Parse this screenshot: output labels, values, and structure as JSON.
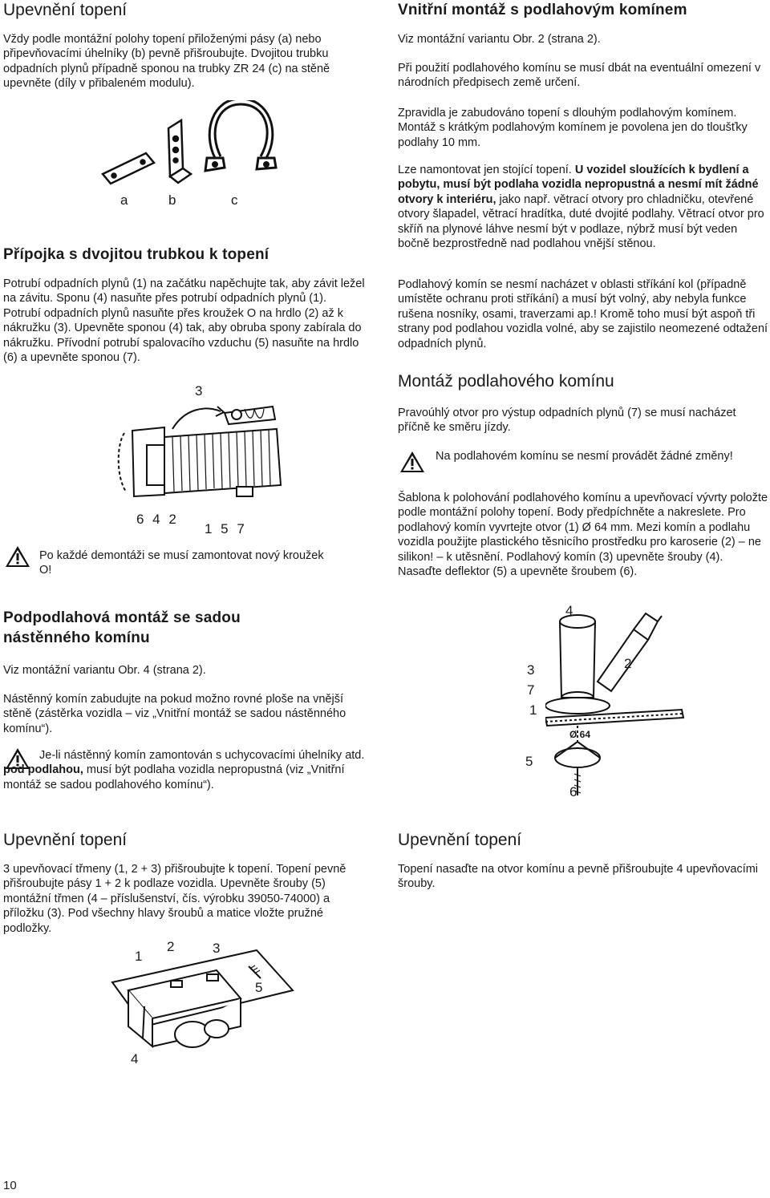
{
  "left": {
    "s1": {
      "title": "Upevnění topení",
      "text": "Vždy podle montážní polohy topení přiloženými pásy (a) nebo připevňovacími úhelníky (b) pevně přišroubujte. Dvojitou trubku odpadních plynů případně sponou na trubky ZR 24 (c) na stěně upevněte (díly v přibaleném modulu).",
      "labels": [
        "a",
        "b",
        "c"
      ]
    },
    "s2": {
      "title": "Přípojka s dvojitou trubkou k topení",
      "text": "Potrubí odpadních plynů (1) na začátku napěchujte tak, aby závit ležel na závitu. Sponu (4) nasuňte přes potrubí odpadních plynů (1). Potrubí odpadních plynů nasuňte přes kroužek O na hrdlo (2) až k nákružku (3). Upevněte sponou (4) tak, aby obruba spony zabírala do nákružku. Přívodní potrubí spalovacího vzduchu (5) nasuňte na hrdlo (6) a upevněte sponou (7).",
      "fig_labels": {
        "top": "3",
        "bottom_left": "6 4 2",
        "bottom_right": "1 5 7"
      },
      "warning": "Po každé demontáži se musí zamontovat nový kroužek O!"
    },
    "s3": {
      "title": "Podpodlahová montáž se sadou nástěnného komínu",
      "p1": "Viz montážní variantu Obr. 4 (strana 2).",
      "p2": "Nástěnný komín zabudujte na pokud možno rovné ploše na vnější stěně (zástěrka vozidla – viz „Vnitřní montáž se sadou nástěnného komínu“).",
      "warning_a": "Je-li nástěnný komín zamontován s uchycovacími úhelníky atd. ",
      "warning_b": "pod podlahou,",
      "warning_c": " musí být podlaha vozidla nepropustná (viz „Vnitřní montáž se sadou podlahového komínu“)."
    },
    "s4": {
      "title": "Upevnění topení",
      "text": "3 upevňovací třmeny (1, 2 + 3) přišroubujte k topení. Topení pevně přišroubujte pásy 1 + 2 k podlaze vozidla. Upevněte šrouby (5) montážní třmen (4 – příslušenství, čís. výrobku 39050-74000) a příložku (3). Pod všechny hlavy šroubů a matice vložte pružné podložky.",
      "fig_labels": [
        "1",
        "2",
        "3",
        "5",
        "4"
      ]
    }
  },
  "right": {
    "s1": {
      "title": "Vnitřní montáž s podlahovým komínem",
      "p1": "Viz montážní variantu Obr. 2 (strana 2).",
      "p2": "Při použití podlahového komínu se musí dbát na eventuální omezení v národních předpisech země určení.",
      "p3": "Zpravidla je zabudováno topení s dlouhým podlahovým komínem. Montáž s krátkým podlahovým komínem je povolena jen do tloušťky podlahy 10 mm.",
      "p4a": "Lze namontovat jen stojící topení. ",
      "p4b": "U vozidel sloužících k bydlení a pobytu, musí být podlaha vozidla nepropustná a nesmí mít žádné otvory k interiéru,",
      "p4c": " jako např. větrací otvory pro chladničku, otevřené otvory šlapadel, větrací hradítka, duté dvojité podlahy. Větrací otvor pro skříň na plynové láhve nesmí být v podlaze, nýbrž musí být veden bočně bezprostředně nad podlahou vnější stěnou.",
      "p5": "Podlahový komín se nesmí nacházet v oblasti stříkání kol (případně umístěte ochranu proti stříkání) a musí být volný, aby nebyla funkce rušena nosníky, osami, traverzami ap.! Kromě toho musí být aspoň tři strany pod podlahou vozidla volné, aby se zajistilo neomezené odtažení odpadních plynů."
    },
    "s2": {
      "title": "Montáž podlahového komínu",
      "p1": "Pravoúhlý otvor pro výstup odpadních plynů (7) se musí nacházet příčně ke směru jízdy.",
      "warning": "Na podlahovém komínu se nesmí provádět žádné změny!",
      "p2": "Šablona k polohování podlahového komínu a upevňovací vývrty položte podle montážní polohy topení. Body předpíchněte a nakreslete. Pro podlahový komín vyvrtejte otvor (1) Ø 64 mm. Mezi komín a podlahu vozidla použijte plastického těsnicího prostředku pro karoserie (2) – ne silikon! – k utěsnění. Podlahový komín (3) upevněte šrouby (4). Nasaďte deflektor (5) a upevněte šroubem (6).",
      "fig_labels": [
        "4",
        "3",
        "2",
        "7",
        "1",
        "Ø 64",
        "5",
        "6"
      ]
    },
    "s3": {
      "title": "Upevnění topení",
      "text": "Topení nasaďte na otvor komínu a pevně přišroubujte 4 upevňovacími šrouby."
    }
  },
  "page_number": "10"
}
